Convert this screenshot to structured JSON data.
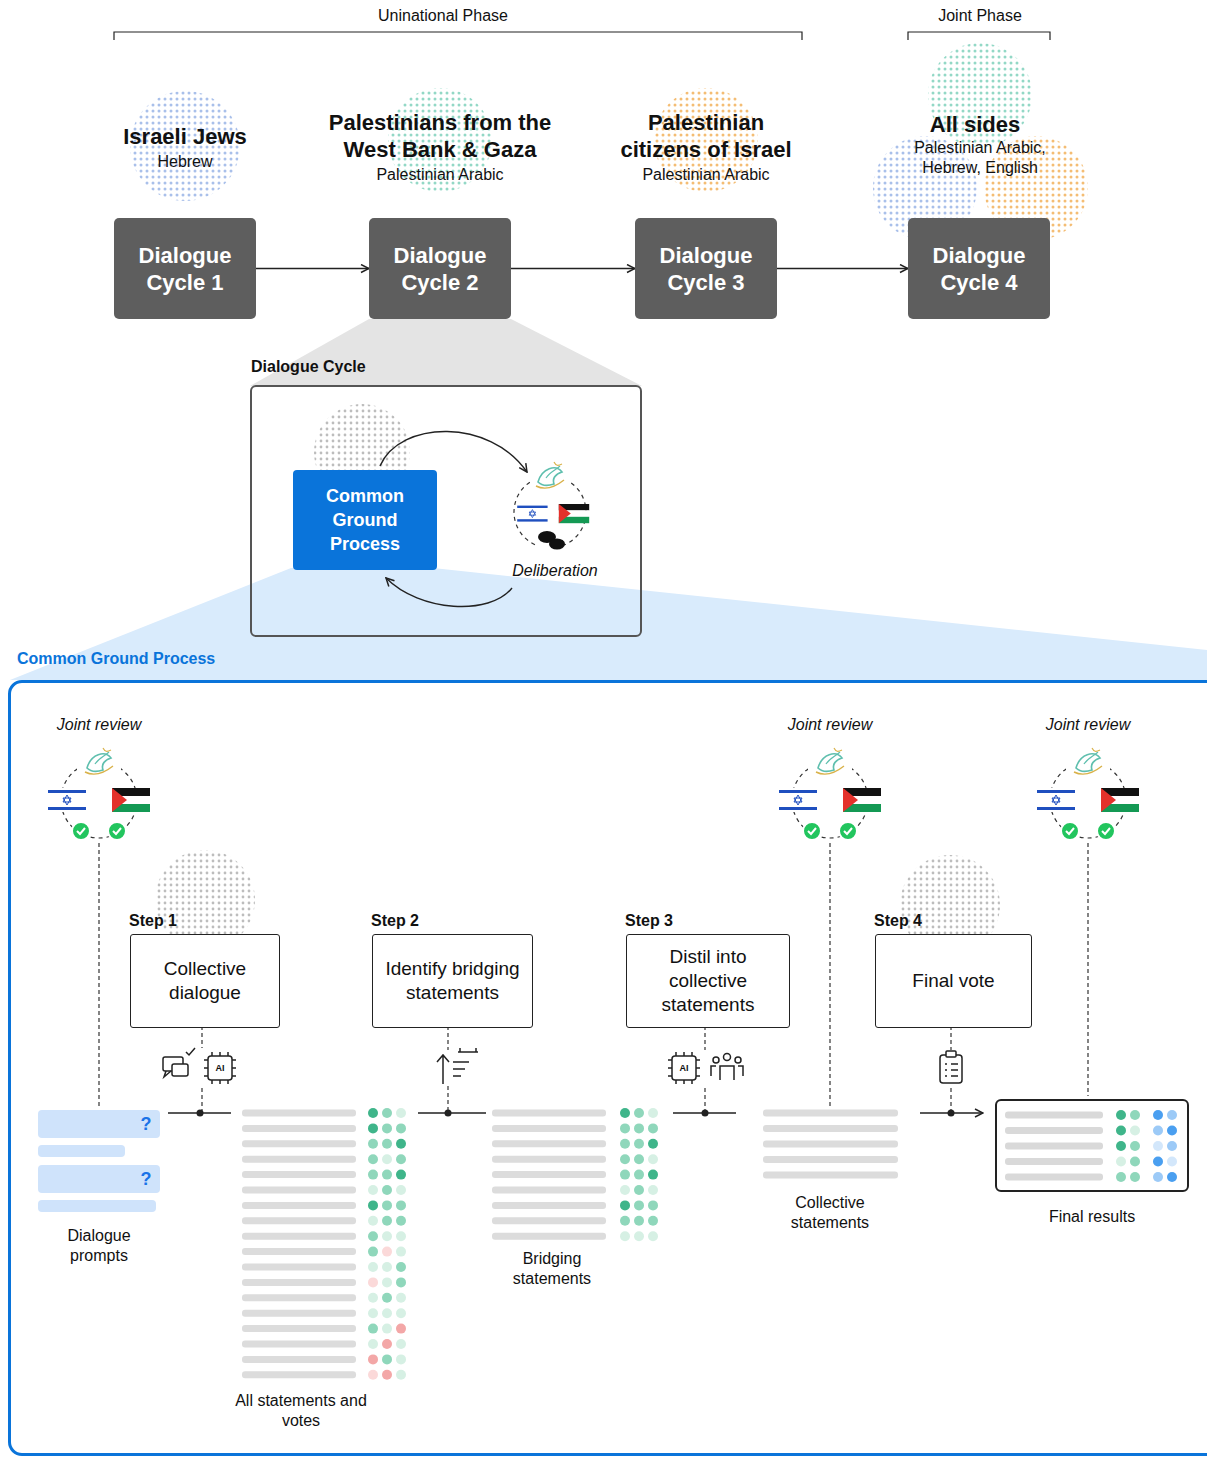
{
  "diagram": {
    "nodes": [
      {
        "text": [
          "Dialogue Cycle 1"
        ]
      },
      {
        "text": [
          "Dialogue Cycle 2"
        ]
      },
      {
        "text": [
          "Dialogue Cycle 3"
        ]
      },
      {
        "text": [
          "Dialogue Cycle 4"
        ]
      },
      {
        "text": [
          "Dialogue Cycle"
        ]
      },
      {
        "text": [
          "Common Ground Process"
        ],
        "in": 4
      },
      {
        "text": [
          "Common Ground Process"
        ]
      },
      {
        "text": [
          "Step 1",
          "Collective dialogue"
        ],
        "in": 6
      },
      {
        "text": [
          "Step 2",
          "Identify bridging statements"
        ],
        "in": 6
      },
      {
        "text": [
          "Step 3",
          "Distil into collective statements"
        ],
        "in": 6
      },
      {
        "text": [
          "Step 4",
          "Final vote"
        ],
        "in": 6
      },
      {
        "text": [
          "Final results"
        ],
        "in": 6
      }
    ],
    "edges": [
      {
        "from": 0,
        "to": 1,
        "arrow": "to"
      },
      {
        "from": 1,
        "to": 2,
        "arrow": "to"
      },
      {
        "from": 2,
        "to": 3,
        "arrow": "to"
      }
    ],
    "labels": [
      "Uninational Phase",
      "Joint Phase",
      "Israeli Jews",
      "Hebrew",
      "Palestinians from the West Bank & Gaza",
      "Palestinian Arabic",
      "Palestinian citizens of Israel",
      "Palestinian Arabic",
      "All sides",
      "Palestinian Arabic, Hebrew, English",
      "Deliberation",
      "Joint review",
      "Joint review",
      "Joint review",
      "Dialogue prompts",
      "All statements and votes",
      "Bridging statements",
      "Collective statements",
      "?",
      "?",
      "AI",
      "AI"
    ]
  }
}
